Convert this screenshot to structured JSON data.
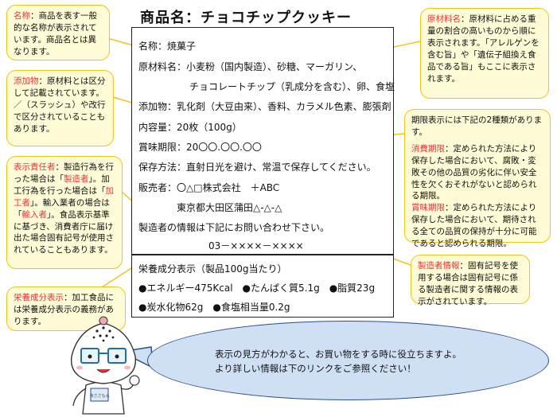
{
  "title": "商品名：チョコチップクッキー",
  "label": {
    "name": "名称：焼菓子",
    "ingredients_1": "原材料名：小麦粉（国内製造）、砂糖、マーガリン、",
    "ingredients_2": "チョコレートチップ（乳成分を含む）、卵、食塩",
    "additives": "添加物：乳化剤（大豆由来）、香料、カラメル色素、膨張剤",
    "content": "内容量：20枚（100g）",
    "expiry": "賞味期限：20〇〇.〇〇.〇〇",
    "storage": "保存方法：直射日光を避け、常温で保存してください。",
    "seller_1": "販売者：〇△□株式会社　＋ABC",
    "seller_2": "東京都大田区蒲田△-△-△",
    "maker_info": "製造者の情報は下記にお問い合わせ下さい。",
    "phone": "03－××××－××××"
  },
  "nutrition": {
    "header": "栄養成分表示（製品100g当たり）",
    "row1": "●エネルギー475Kcal　●たんぱく質5.1g　●脂質23g",
    "row2": "●炭水化物62g　●食塩相当量0.2g"
  },
  "callouts": {
    "meisho": {
      "term": "名称",
      "text": "：商品を表す一般的な名称が表示されています。商品名とは異なります。"
    },
    "tenkabutsu": {
      "term": "添加物",
      "text": "：原材料とは区分して記載されています。／（スラッシュ）や改行で区分されていることもあります。"
    },
    "hyoji": {
      "term": "表示責任者",
      "text1": "：製造行為を行った場合は「",
      "seizo": "製造者",
      "text2": "」。加工行為を行った場合は「",
      "kako": "加工者",
      "text3": "」。輸入業者の場合は「",
      "yunyu": "輸入者",
      "text4": "」。食品表示基準に基づき、消費者庁に届け出た場合固有記号が使用されていることもあります。"
    },
    "eiyo": {
      "term": "栄養成分表示",
      "text": "：加工食品には栄養成分表示の義務があります。"
    },
    "genzairyo": {
      "term": "原材料名",
      "text": "：原材料に占める重量の割合の高いものから順に表示されます。「アレルゲンを含む旨」や「遺伝子組換え食品である旨」もここに表示されます。"
    },
    "kigen": {
      "intro": "期限表示には下記の2種類があります。",
      "shohi_term": "消費期限",
      "shohi_text": "：定められた方法により保存した場合において、腐敗・変敗その他の品質の劣化に伴い安全性を欠くおそれがないと認められる期限。",
      "shomi_term": "賞味期限",
      "shomi_text": "：定められた方法により保存した場合において、期待される全ての品質の保持が十分に可能であると認められる期限。"
    },
    "seizosha": {
      "term": "製造者情報",
      "text": "：固有記号を使用する場合は固有記号に係る製造者に関する情報の表示がされています。"
    }
  },
  "mascot": {
    "badge": "食ささもん"
  },
  "bubble": {
    "line1": "表示の見方がわかると、お買い物をする時に役立ちますよ。",
    "line2": "より詳しい情報は下のリンクをご参照ください！"
  },
  "colors": {
    "callout_bg": "#fffbd6",
    "callout_border": "#f0c419",
    "term": "#e8333b",
    "bubble_bg": "#cfe0f4"
  }
}
